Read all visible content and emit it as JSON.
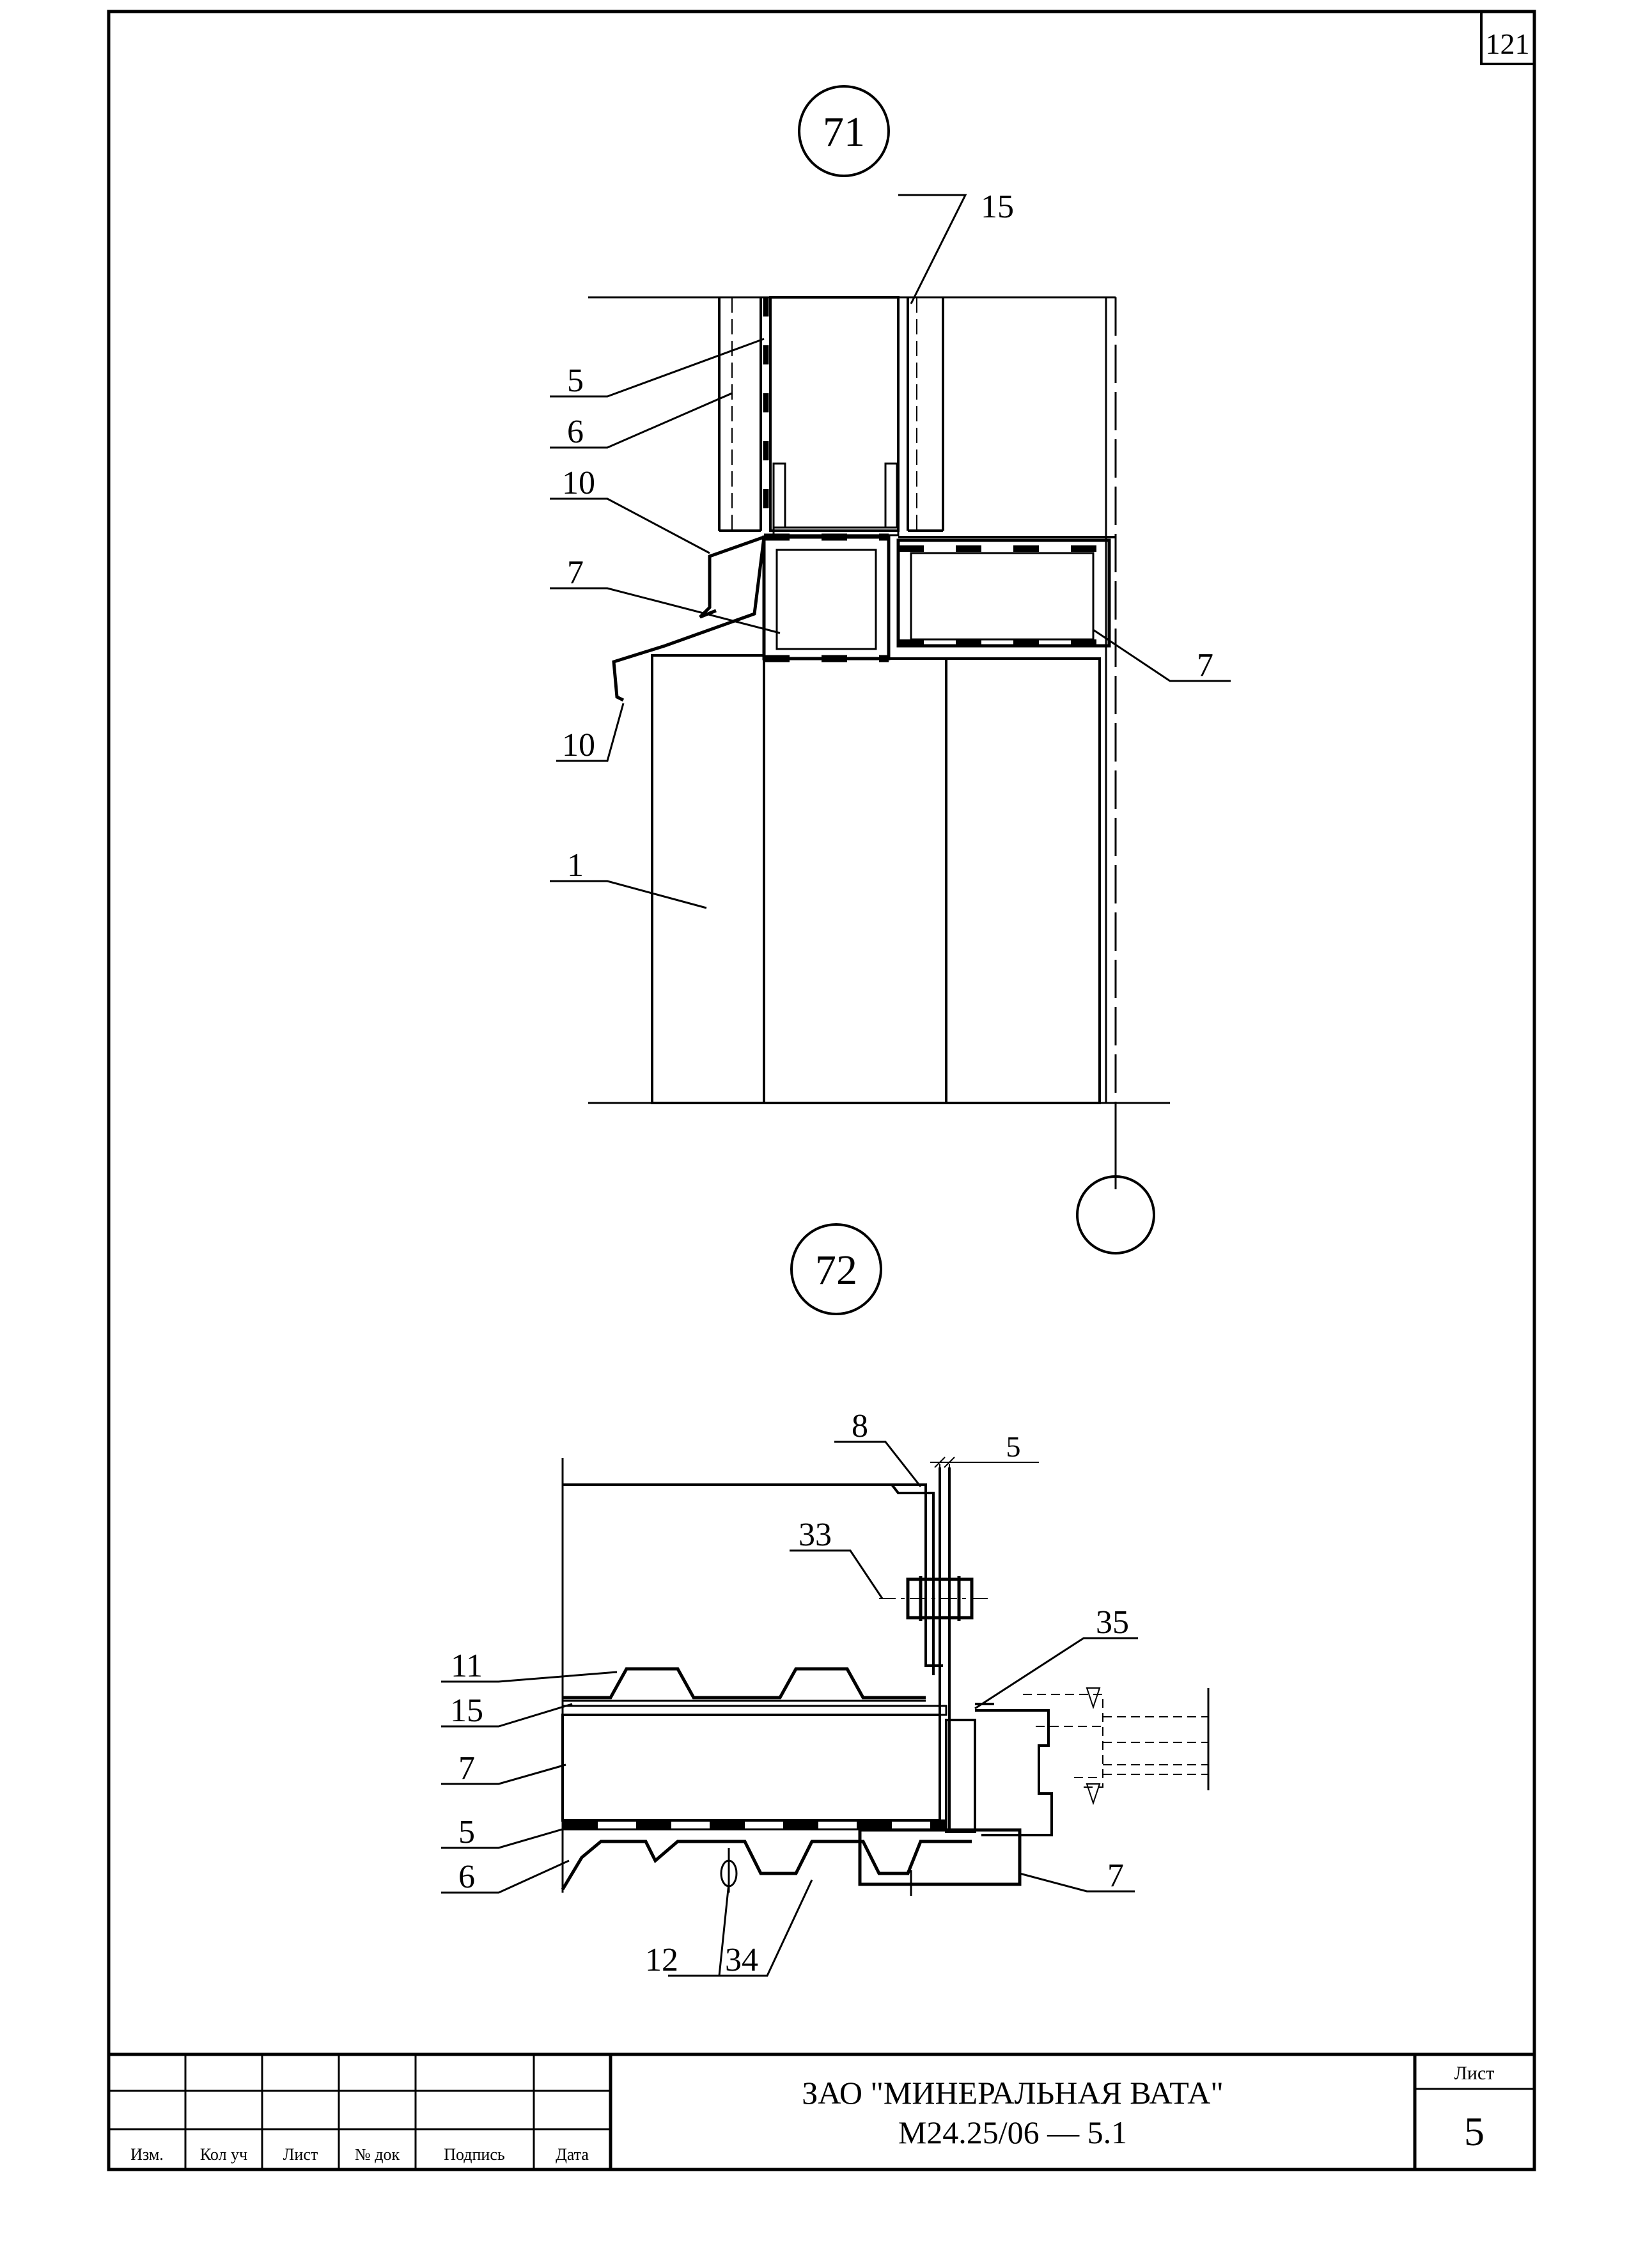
{
  "sheet_number": "121",
  "details": {
    "d71": {
      "number": "71",
      "labels": [
        "15",
        "5",
        "6",
        "10",
        "7",
        "7",
        "10",
        "1"
      ]
    },
    "d72": {
      "number": "72",
      "labels": [
        "8",
        "5",
        "33",
        "35",
        "11",
        "15",
        "7",
        "5",
        "6",
        "7",
        "12",
        "34"
      ]
    }
  },
  "title_block": {
    "columns": [
      "Изм.",
      "Кол уч",
      "Лист",
      "№ док",
      "Подпись",
      "Дата"
    ],
    "company": "ЗАО \"МИНЕРАЛЬНАЯ ВАТА\"",
    "document_code": "М24.25/06 — 5.1",
    "sheet_label": "Лист",
    "sheet_value": "5"
  },
  "colors": {
    "ink": "#000000",
    "paper": "#ffffff"
  }
}
